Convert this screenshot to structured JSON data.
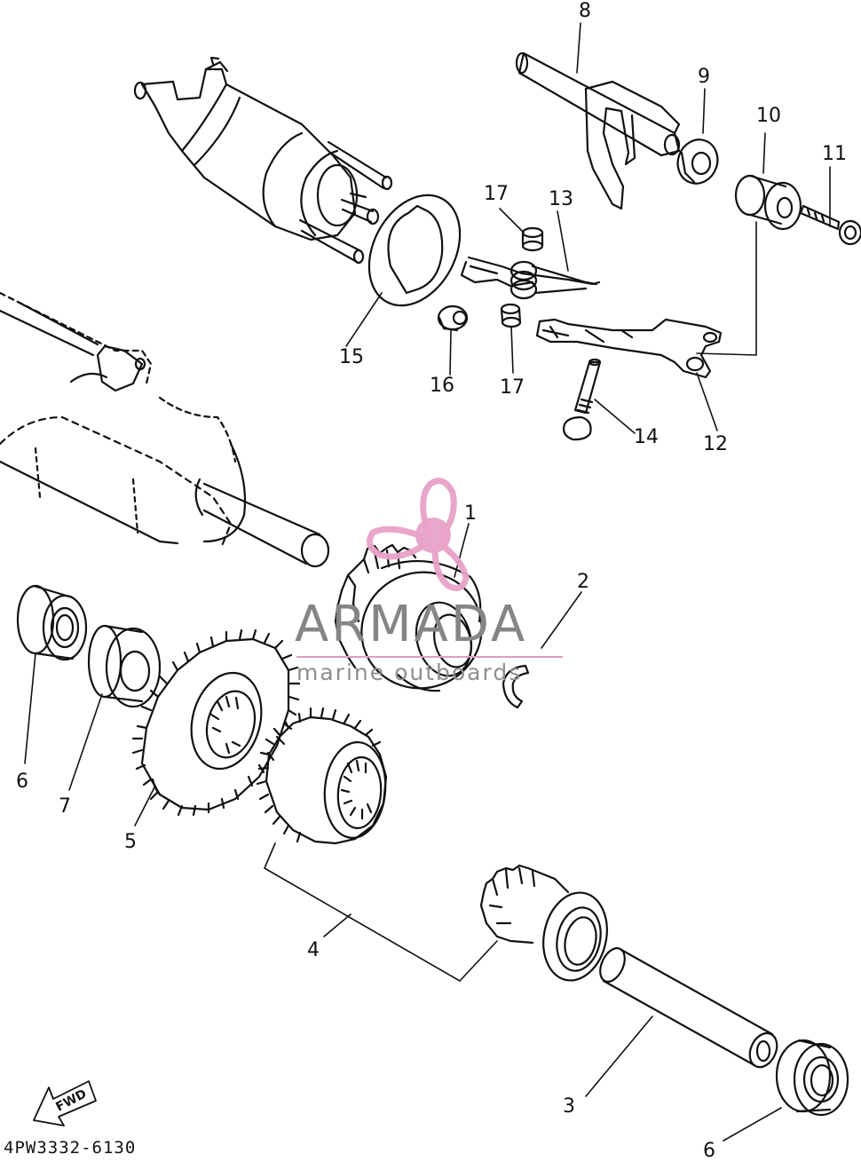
{
  "labels": {
    "p1": "1",
    "p2": "2",
    "p3": "3",
    "p4": "4",
    "p5": "5",
    "p6_top": "6",
    "p6_bottom": "6",
    "p7": "7",
    "p8": "8",
    "p9": "9",
    "p10": "10",
    "p11": "11",
    "p12": "12",
    "p13": "13",
    "p14": "14",
    "p15": "15",
    "p16": "16",
    "p17_top": "17",
    "p17_bottom": "17"
  },
  "watermark": {
    "title": "ARMADA",
    "subtitle": "marine outboards",
    "logo_color": "#e8a2c8",
    "text_color": "#858585"
  },
  "footer": {
    "code": "4PW3332-6130",
    "fwd": "FWD"
  }
}
